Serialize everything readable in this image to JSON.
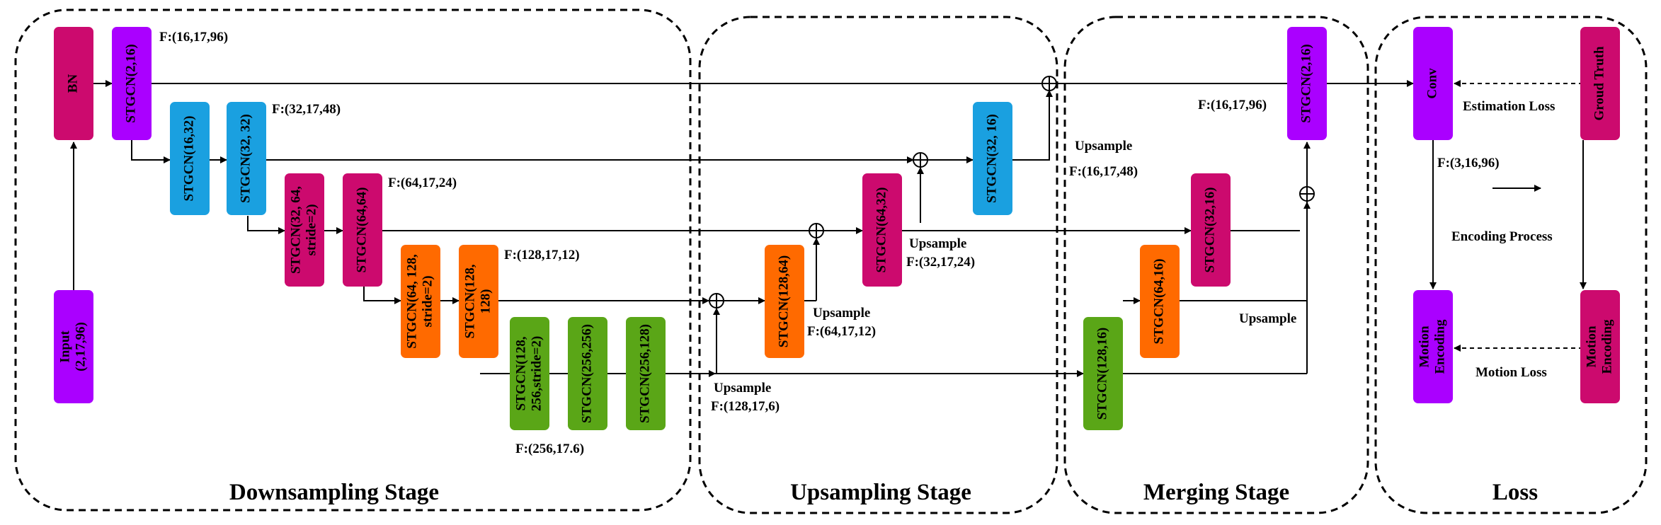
{
  "colors": {
    "magenta": "#cc0a6e",
    "purple": "#aa00ff",
    "blue": "#1aa0e0",
    "orange": "#ff6a00",
    "green": "#5aa617"
  },
  "stages": {
    "downsampling": "Downsampling Stage",
    "upsampling": "Upsampling Stage",
    "merging": "Merging Stage",
    "loss": "Loss"
  },
  "blocks": {
    "input": [
      "Input",
      "(2,17,96)"
    ],
    "bn": [
      "BN"
    ],
    "stgcn_2_16_a": [
      "STGCN(2,16)"
    ],
    "stgcn_16_32": [
      "STGCN(16,32)"
    ],
    "stgcn_32_32": [
      "STGCN(32, 32)"
    ],
    "stgcn_32_64_s2": [
      "STGCN(32, 64,",
      "stride=2)"
    ],
    "stgcn_64_64": [
      "STGCN(64,64)"
    ],
    "stgcn_64_128_s2": [
      "STGCN(64, 128,",
      "stride=2)"
    ],
    "stgcn_128_128": [
      "STGCN(128,",
      "128)"
    ],
    "stgcn_128_256_s2": [
      "STGCN(128,",
      "256,stride=2)"
    ],
    "stgcn_256_256": [
      "STGCN(256,256)"
    ],
    "stgcn_256_128": [
      "STGCN(256,128)"
    ],
    "stgcn_128_64": [
      "STGCN(128,64)"
    ],
    "stgcn_64_32": [
      "STGCN(64,32)"
    ],
    "stgcn_32_16_up": [
      "STGCN(32, 16)"
    ],
    "stgcn_128_16": [
      "STGCN(128,16)"
    ],
    "stgcn_64_16": [
      "STGCN(64,16)"
    ],
    "stgcn_32_16_m": [
      "STGCN(32,16)"
    ],
    "stgcn_2_16_b": [
      "STGCN(2,16)"
    ],
    "conv": [
      "Conv"
    ],
    "ground_truth": [
      "Groud Truth"
    ],
    "motion_enc_a": [
      "Motion",
      "Encoding"
    ],
    "motion_enc_b": [
      "Motion",
      "Encoding"
    ]
  },
  "annotations": {
    "f_16_17_96_a": "F:(16,17,96)",
    "f_32_17_48": "F:(32,17,48)",
    "f_64_17_24": "F:(64,17,24)",
    "f_128_17_12": "F:(128,17,12)",
    "f_256_17_6": "F:(256,17.6)",
    "ups_128_17_6": [
      "Upsample",
      "F:(128,17,6)"
    ],
    "ups_64_17_12": [
      "Upsample",
      "F:(64,17,12)"
    ],
    "ups_32_17_24": [
      "Upsample",
      "F:(32,17,24)"
    ],
    "ups_16_17_48": [
      "Upsample",
      "F:(16,17,48)"
    ],
    "f_16_17_96_b": "F:(16,17,96)",
    "ups_merge": "Upsample",
    "f_3_16_96": "F:(3,16,96)",
    "estimation_loss": "Estimation Loss",
    "encoding_process": "Encoding Process",
    "motion_loss": "Motion Loss"
  }
}
